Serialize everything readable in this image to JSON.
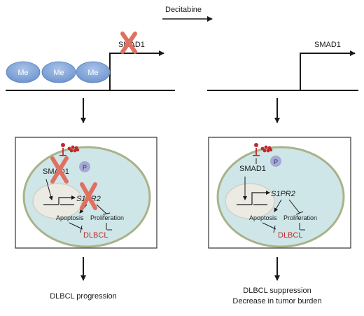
{
  "drug": "Decitabine",
  "left_panel": {
    "gene_label": "SMAD1",
    "methyl_marks": [
      "Me",
      "Me",
      "Me"
    ],
    "cell": {
      "smad_label": "SMAD1",
      "phospho": "P",
      "target_gene": "S1PR2",
      "apoptosis": "Apoptosis",
      "proliferation": "Proliferation",
      "disease": "DLBCL"
    },
    "outcome_line1": "DLBCL progression"
  },
  "right_panel": {
    "gene_label": "SMAD1",
    "cell": {
      "smad_label": "SMAD1",
      "phospho": "P",
      "target_gene": "S1PR2",
      "apoptosis": "Apoptosis",
      "proliferation": "Proliferation",
      "disease": "DLBCL"
    },
    "outcome_line1": "DLBCL suppression",
    "outcome_line2": "Decrease in tumor burden"
  },
  "colors": {
    "methyl": "#86a9dc",
    "cell_fill": "#cfe6e9",
    "nucleus_fill": "#ebebe3",
    "x_mark": "#e07060",
    "red": "#c0282d"
  }
}
